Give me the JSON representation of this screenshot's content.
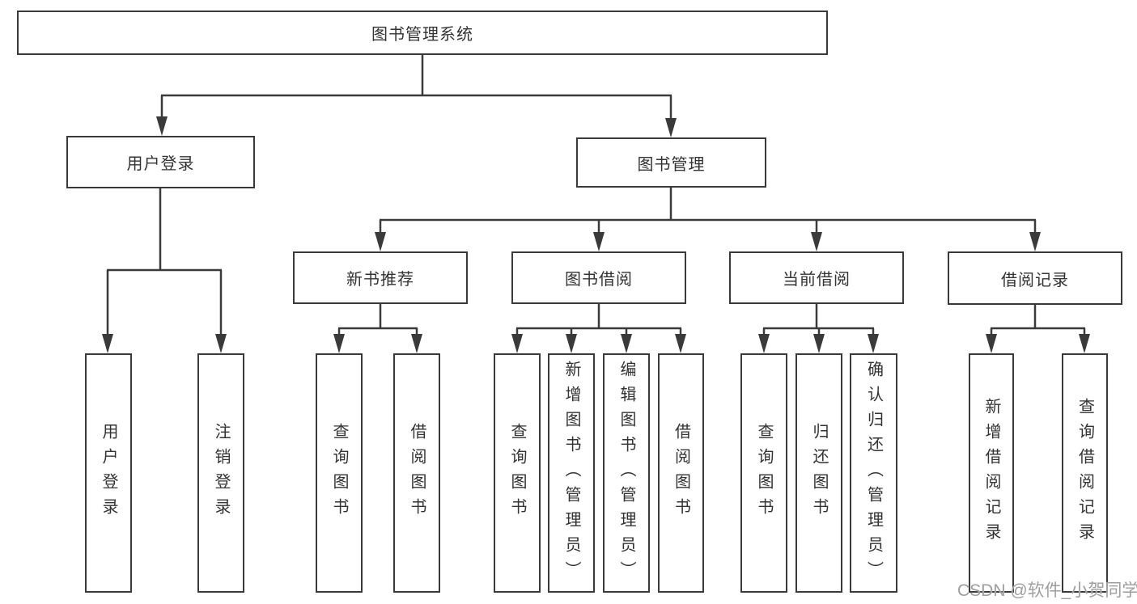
{
  "diagram": {
    "watermark": "CSDN @软件_小贺同学",
    "colors": {
      "line": "#3a3a3a",
      "text": "#333333",
      "watermark": "#9e9e9e",
      "background": "#ffffff"
    },
    "nodes": {
      "root": "图书管理系统",
      "user_login": "用户登录",
      "book_mgmt": "图书管理",
      "new_book_rec": "新书推荐",
      "book_borrow": "图书借阅",
      "current_borrow": "当前借阅",
      "borrow_records": "借阅记录",
      "login_leaf": "用户登录",
      "logout_leaf": "注销登录",
      "nbr_query_books": "查询图书",
      "nbr_borrow_books": "借阅图书",
      "bb_query_books": "查询图书",
      "bb_add_books": "新增图书（管理员）",
      "bb_edit_books": "编辑图书（管理员）",
      "bb_borrow_books": "借阅图书",
      "cb_query_books": "查询图书",
      "cb_return_books": "归还图书",
      "cb_confirm_return": "确认归还（管理员）",
      "br_add_record": "新增借阅记录",
      "br_query_record": "查询借阅记录"
    }
  }
}
